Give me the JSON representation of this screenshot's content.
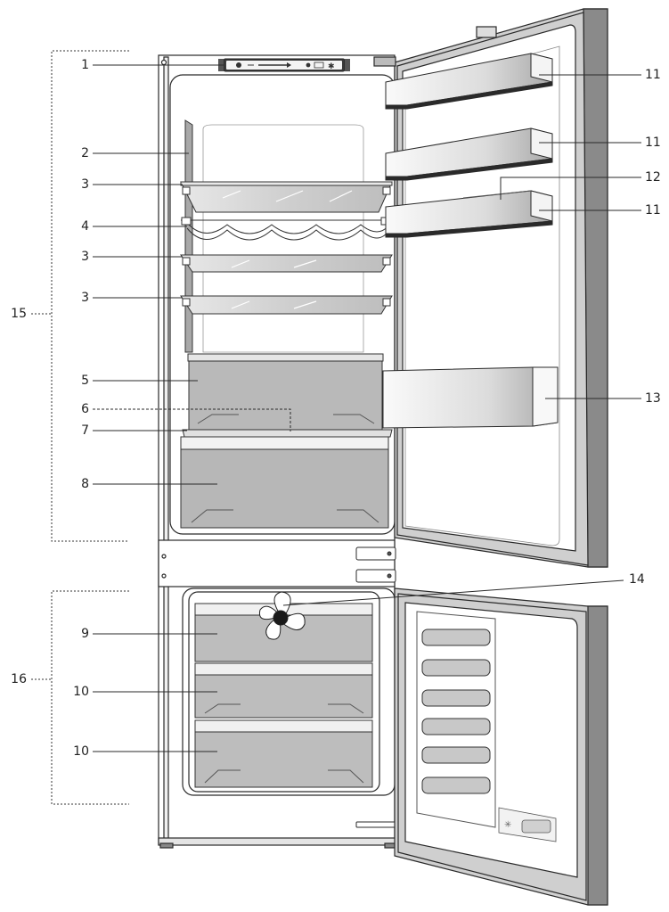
{
  "figure": {
    "colors": {
      "line": "#2a2a2a",
      "cabinet_fill": "#ffffff",
      "door_frame_light": "#d6d6d6",
      "door_frame_dark": "#8a8a8a",
      "drawer_fill": "#b9b9b9",
      "drawer_front": "#a9a9a9",
      "shelf_fill": "#d2d2d2",
      "bin_light": "#f2f2f2",
      "bin_dark": "#9e9e9e",
      "fan_dark": "#1a1a1a",
      "evaporator_fill": "#c8c8c8"
    },
    "callouts": {
      "c1": "1",
      "c2": "2",
      "c3a": "3",
      "c4": "4",
      "c3b": "3",
      "c3c": "3",
      "c5": "5",
      "c6": "6",
      "c7": "7",
      "c8": "8",
      "c9": "9",
      "c10a": "10",
      "c10b": "10",
      "c11a": "11",
      "c11b": "11",
      "c12": "12",
      "c11c": "11",
      "c13": "13",
      "c14": "14",
      "c15": "15",
      "c16": "16"
    }
  }
}
